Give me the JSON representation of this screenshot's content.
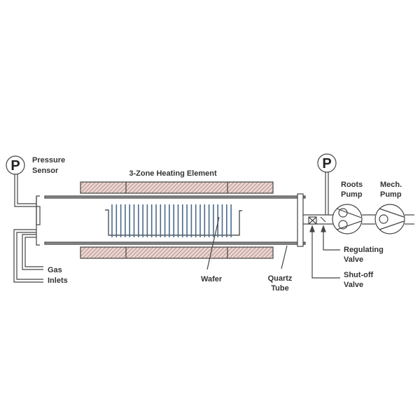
{
  "title": "3-Zone Heating Element",
  "labels": {
    "pressure_sensor": [
      "Pressure",
      "Sensor"
    ],
    "gas_inlets": [
      "Gas",
      "Inlets"
    ],
    "wafer": "Wafer",
    "quartz_tube": [
      "Quartz",
      "Tube"
    ],
    "regulating_valve": [
      "Regulating",
      "Valve"
    ],
    "shutoff_valve": [
      "Shut-off",
      "Valve"
    ],
    "roots_pump": [
      "Roots",
      "Pump"
    ],
    "mech_pump": [
      "Mech.",
      "Pump"
    ],
    "pressure_symbol": "P"
  },
  "colors": {
    "heater": "#c9a8a0",
    "wafer": "#4a6a8a",
    "line": "#444444"
  }
}
